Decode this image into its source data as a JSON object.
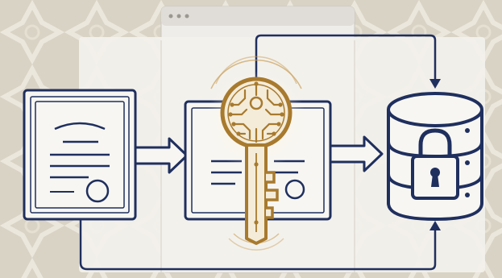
{
  "diagram": {
    "nodes": [
      {
        "id": "source-certificate",
        "icon": "certificate-document-icon"
      },
      {
        "id": "signed-certificate",
        "icon": "certificate-document-icon"
      },
      {
        "id": "digital-key",
        "icon": "circuit-key-icon"
      },
      {
        "id": "secure-database",
        "icon": "database-lock-icon"
      }
    ],
    "edges": [
      {
        "from": "source-certificate",
        "to": "signed-certificate",
        "style": "hollow-arrow"
      },
      {
        "from": "signed-certificate",
        "to": "secure-database",
        "style": "hollow-arrow"
      },
      {
        "from": "digital-key",
        "to": "secure-database",
        "style": "line-arrow"
      },
      {
        "from": "source-certificate",
        "to": "secure-database",
        "style": "line-arrow"
      }
    ],
    "browser_window": {
      "dots": 3
    },
    "colors": {
      "navy": "#1f2f5e",
      "gold": "#a87a2e",
      "panel": "#f3f1ec",
      "background": "#d9d3c5"
    }
  }
}
